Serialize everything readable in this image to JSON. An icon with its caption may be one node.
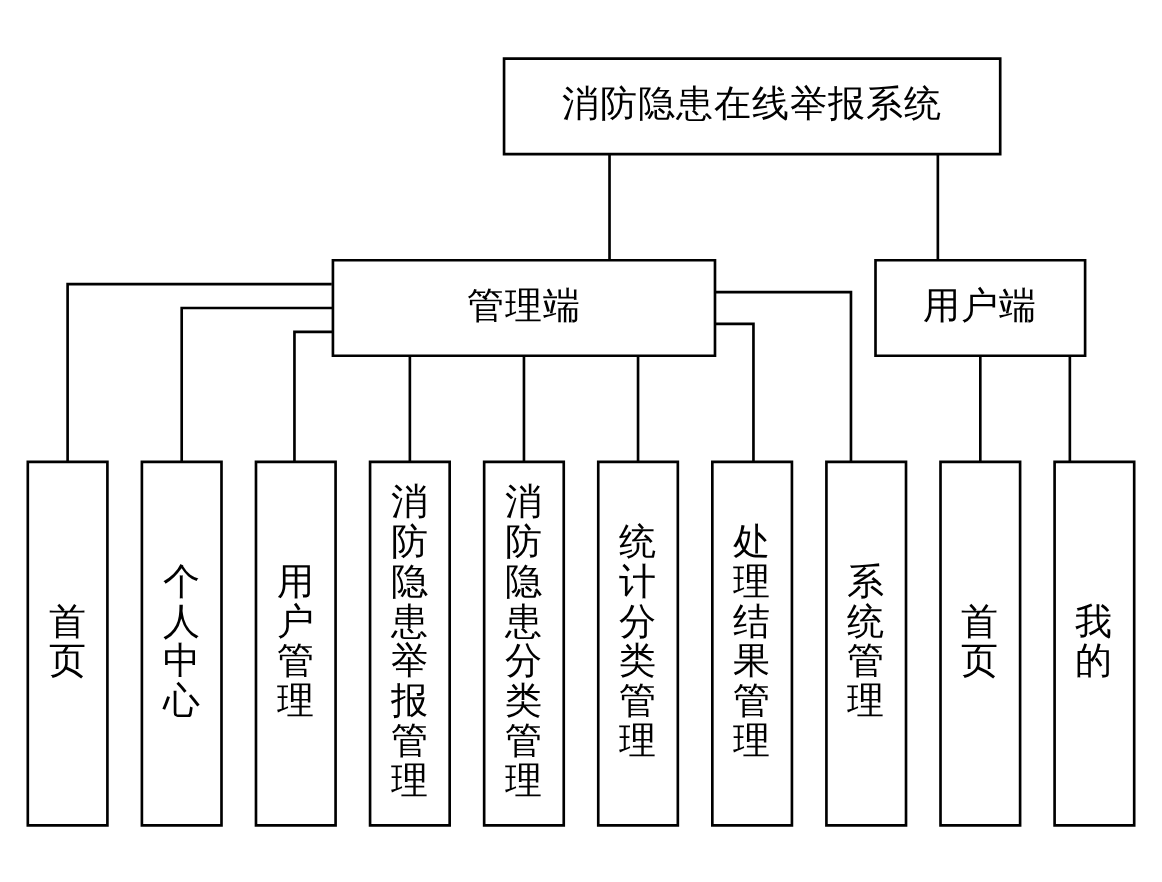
{
  "diagram": {
    "nodes": [
      {
        "text": [
          "消防隐患在线举报系统"
        ]
      },
      {
        "text": [
          "管理端"
        ]
      },
      {
        "text": [
          "用户端"
        ]
      },
      {
        "text": [
          "首页"
        ]
      },
      {
        "text": [
          "个人中心"
        ]
      },
      {
        "text": [
          "用户管理"
        ]
      },
      {
        "text": [
          "消防隐患举报管理"
        ]
      },
      {
        "text": [
          "消防隐患分类管理"
        ]
      },
      {
        "text": [
          "统计分类管理"
        ]
      },
      {
        "text": [
          "处理结果管理"
        ]
      },
      {
        "text": [
          "系统管理"
        ]
      },
      {
        "text": [
          "首页"
        ]
      },
      {
        "text": [
          "我的"
        ]
      }
    ],
    "edges": [
      {
        "from": 0,
        "to": 1,
        "arrow": "none"
      },
      {
        "from": 0,
        "to": 2,
        "arrow": "none"
      },
      {
        "from": 1,
        "to": 3,
        "arrow": "none"
      },
      {
        "from": 1,
        "to": 4,
        "arrow": "none"
      },
      {
        "from": 1,
        "to": 5,
        "arrow": "none"
      },
      {
        "from": 1,
        "to": 6,
        "arrow": "none"
      },
      {
        "from": 1,
        "to": 7,
        "arrow": "none"
      },
      {
        "from": 1,
        "to": 8,
        "arrow": "none"
      },
      {
        "from": 1,
        "to": 9,
        "arrow": "none"
      },
      {
        "from": 1,
        "to": 10,
        "arrow": "none"
      },
      {
        "from": 2,
        "to": 11,
        "arrow": "none"
      },
      {
        "from": 2,
        "to": 12,
        "arrow": "none"
      }
    ]
  }
}
